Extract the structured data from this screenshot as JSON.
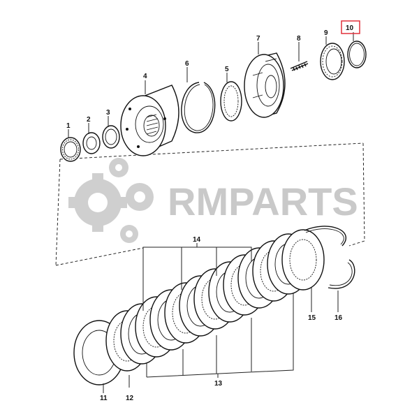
{
  "watermark": {
    "text": "RMPARTS",
    "color": "#c9c9c9"
  },
  "highlight": {
    "part": "10",
    "color": "#e0303a"
  },
  "callouts": [
    {
      "id": "1",
      "text": "1"
    },
    {
      "id": "2",
      "text": "2"
    },
    {
      "id": "3",
      "text": "3"
    },
    {
      "id": "4",
      "text": "4"
    },
    {
      "id": "5",
      "text": "5"
    },
    {
      "id": "6",
      "text": "6"
    },
    {
      "id": "7",
      "text": "7"
    },
    {
      "id": "8",
      "text": "8"
    },
    {
      "id": "9",
      "text": "9"
    },
    {
      "id": "10",
      "text": "10"
    },
    {
      "id": "11",
      "text": "11"
    },
    {
      "id": "12",
      "text": "12"
    },
    {
      "id": "13",
      "text": "13"
    },
    {
      "id": "14",
      "text": "14"
    },
    {
      "id": "15",
      "text": "15"
    },
    {
      "id": "16",
      "text": "16"
    }
  ]
}
